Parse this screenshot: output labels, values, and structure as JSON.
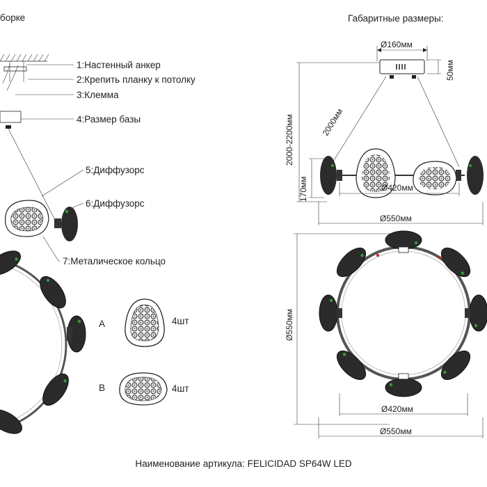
{
  "assembly": {
    "title": "боркe",
    "callouts": [
      "1:Настенный анкер",
      "2:Крепить планку к потолку",
      "3:Клемма",
      "4:Размер базы",
      "5:Диффузорс",
      "6:Диффузорс",
      "7:Металическое кольцо"
    ]
  },
  "parts": {
    "a_letter": "A",
    "a_qty": "4шт",
    "b_letter": "B",
    "b_qty": "4шт"
  },
  "dimensions": {
    "title": "Габаритные размеры:",
    "base_diameter": "Ø160мм",
    "base_height": "50мм",
    "cable_length": "2000мм",
    "total_height": "2000-2200мм",
    "diffuser_height": "170мм",
    "ring_diameter_side": "Ø420мм",
    "total_diameter_side": "Ø550мм",
    "top_view_height": "Ø550мм",
    "ring_diameter_top": "Ø420мм",
    "total_diameter_top": "Ø550мм"
  },
  "footer": {
    "article": "Наименование артикула: FELICIDAD SP64W LED"
  },
  "colors": {
    "line": "#222222",
    "ring": "#555555",
    "diffuser_dark": "#2b2b2b",
    "led_green": "#2e9e3a",
    "led_red": "#d22020"
  }
}
